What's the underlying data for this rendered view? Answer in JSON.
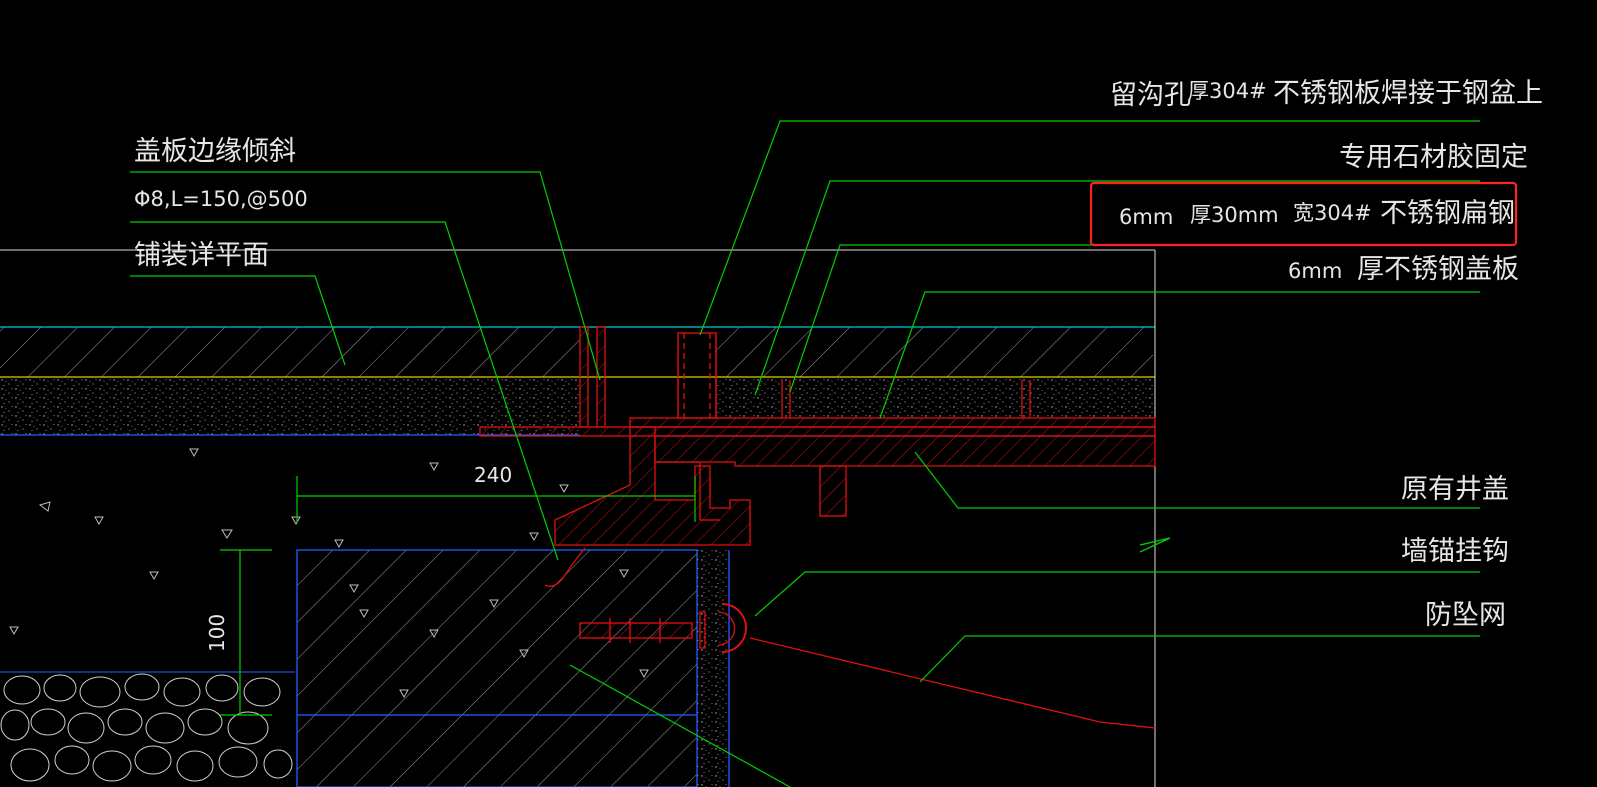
{
  "labels": {
    "reserved_hole": "留沟孔",
    "thick_304": "厚304#",
    "plate_weld": "不锈钢板焊接于钢盆上",
    "stone_glue": "专用石材胶固定",
    "flat_6mm": "6mm",
    "flat_thick": "厚30mm",
    "flat_width": "宽304#",
    "flat_steel": "不锈钢扁钢",
    "cover_6mm": "6mm",
    "cover_plate": "厚不锈钢盖板",
    "edge_tilt": "盖板边缘倾斜",
    "rebar": "Φ8,L=150,@500",
    "paving": "铺装详平面",
    "old_cover": "原有井盖",
    "wall_hook": "墙锚挂钩",
    "safety_net": "防坠网"
  },
  "dims": {
    "d240": "240",
    "d100": "100"
  },
  "colors": {
    "background": "#000000",
    "leader_green": "#00d000",
    "structure_red": "#e01010",
    "highlight_red": "#ff2020",
    "boundary_blue": "#2060ff",
    "surface_cyan": "#00c8d8",
    "yellow_line": "#e0d000",
    "hatch_grey": "#a0a0a0",
    "text": "#e6e6e6"
  }
}
